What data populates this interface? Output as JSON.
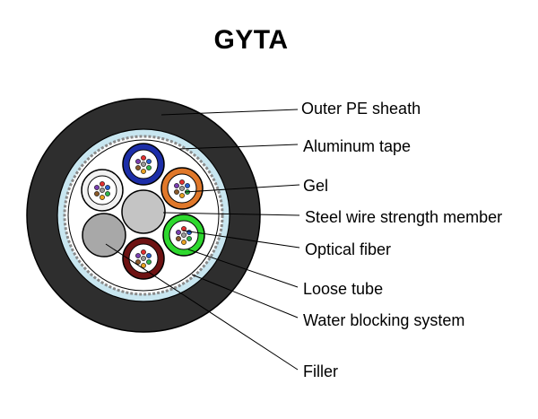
{
  "title": "GYTA",
  "labels": {
    "outer_sheath": "Outer PE sheath",
    "aluminum_tape": "Aluminum tape",
    "gel": "Gel",
    "strength_member": "Steel wire strength member",
    "optical_fiber": "Optical fiber",
    "loose_tube": "Loose tube",
    "water_blocking": "Water blocking system",
    "filler": "Filler"
  },
  "colors": {
    "sheath": "#2e2e2e",
    "aluminum_ring": "#c8e6f0",
    "water_block_ring": "#8a8a8a",
    "core": "#ffffff",
    "tube_blue": "#1c2ea8",
    "tube_orange": "#e0782a",
    "tube_white": "#f2f2f2",
    "tube_green": "#2ed82e",
    "tube_brown": "#6e1212",
    "steel": "#c4c4c4",
    "filler": "#a8a8a8"
  }
}
